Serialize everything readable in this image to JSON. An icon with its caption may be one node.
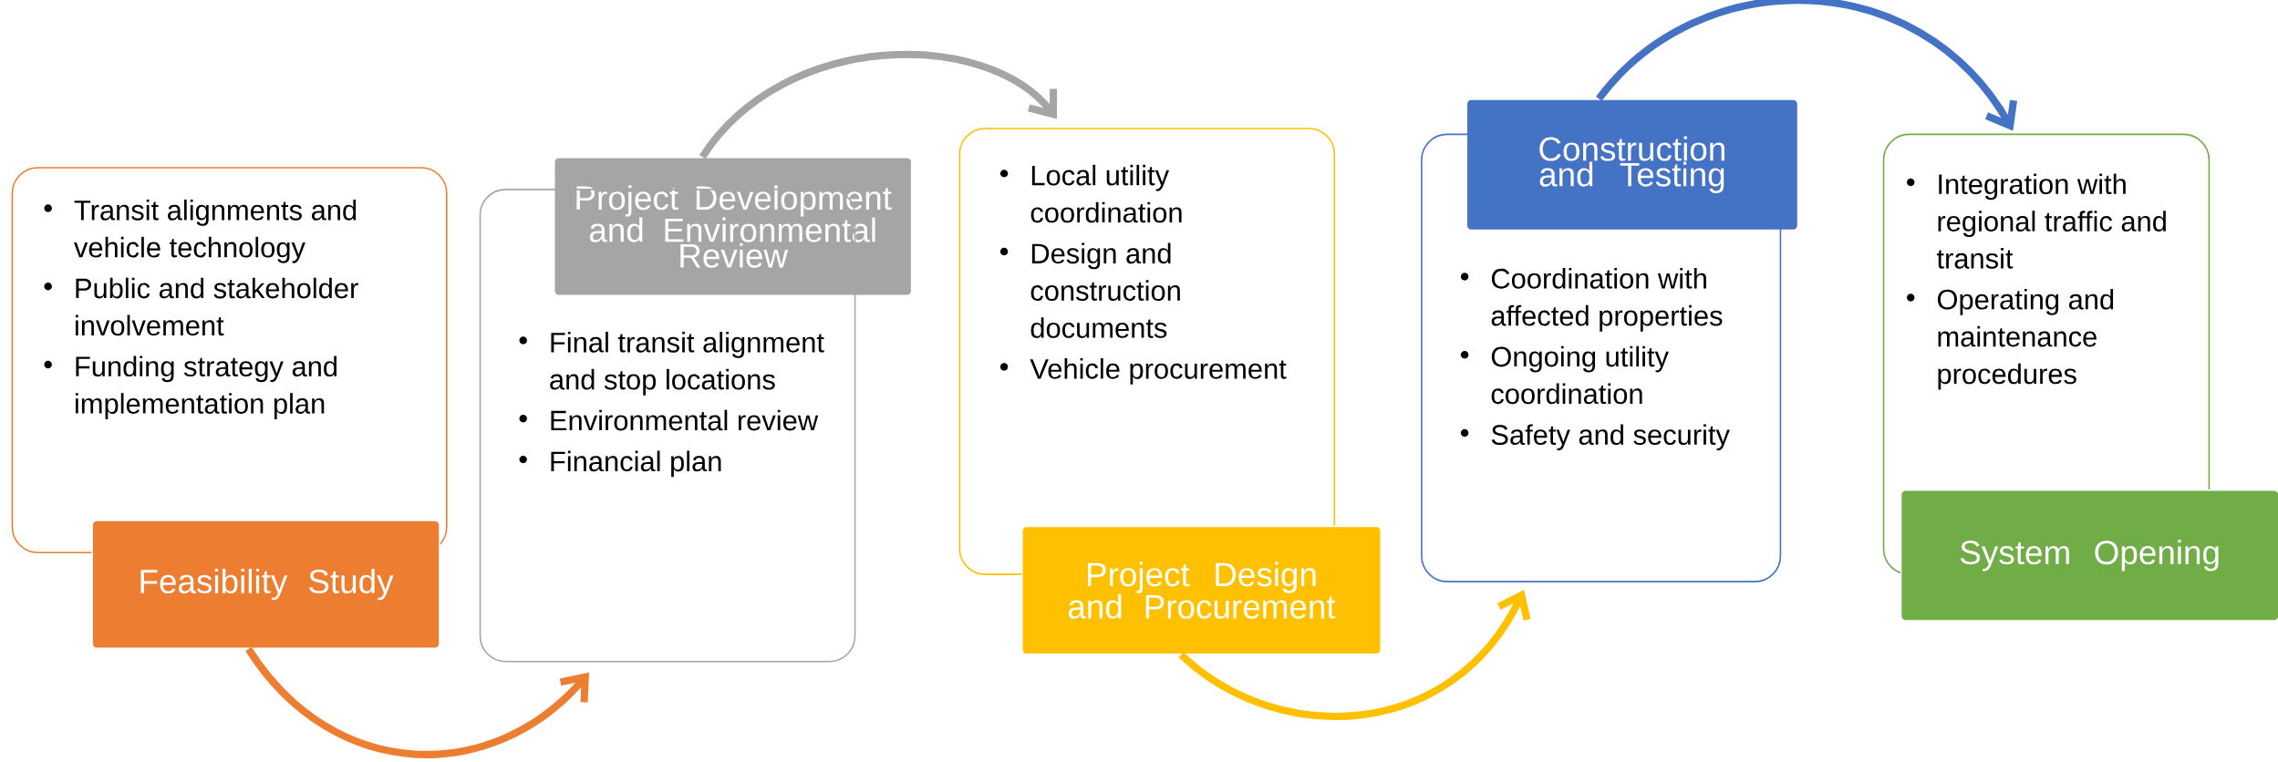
{
  "diagram": {
    "nodes": [
      {
        "text": [
          "Transit alignments and vehicle technology",
          "Public and stakeholder involvement",
          "Funding strategy and implementation plan"
        ]
      },
      {
        "text": [
          "Feasibility Study"
        ]
      },
      {
        "text": [
          "Project Development and Environmental Review"
        ]
      },
      {
        "text": [
          "Final transit alignment and stop locations",
          "Environmental review",
          "Financial plan"
        ]
      },
      {
        "text": [
          "Local utility coordination",
          "Design and construction documents",
          "Vehicle procurement"
        ]
      },
      {
        "text": [
          "Project Design and Procurement"
        ]
      },
      {
        "text": [
          "Construction and Testing"
        ]
      },
      {
        "text": [
          "Coordination with affected properties",
          "Ongoing utility coordination",
          "Safety and security"
        ]
      },
      {
        "text": [
          "Integration with regional traffic and transit",
          "Operating and maintenance procedures"
        ]
      },
      {
        "text": [
          "System Opening"
        ]
      }
    ],
    "edges": [
      {
        "from": 1,
        "to": 3,
        "arrow": "to",
        "color": "#ed7d31"
      },
      {
        "from": 2,
        "to": 4,
        "arrow": "to",
        "color": "#a5a5a5"
      },
      {
        "from": 5,
        "to": 7,
        "arrow": "to",
        "color": "#ffc000"
      },
      {
        "from": 6,
        "to": 8,
        "arrow": "to",
        "color": "#4472c4"
      }
    ]
  }
}
